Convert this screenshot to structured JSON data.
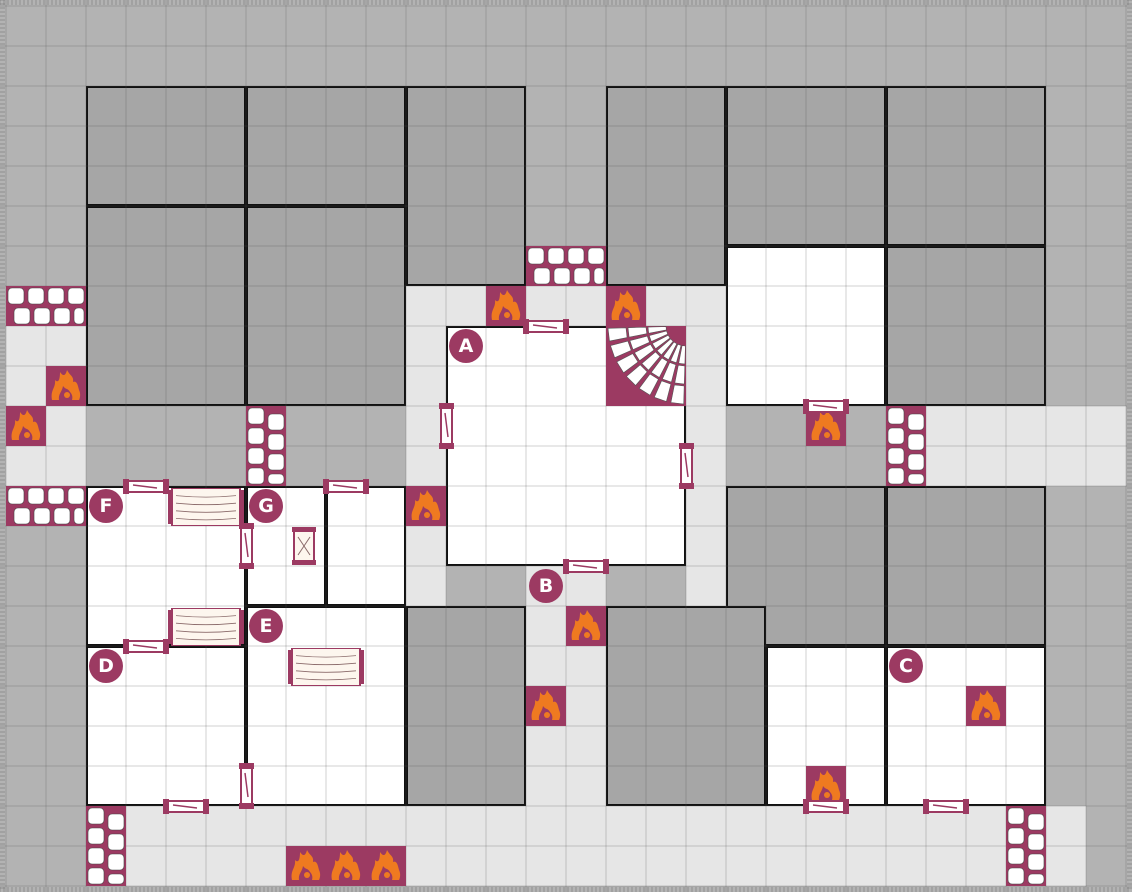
{
  "map": {
    "title": "",
    "room_labels": [
      "A",
      "B",
      "C",
      "D",
      "E",
      "F",
      "G"
    ]
  },
  "palette": {
    "outer_background": "#b3b3b3",
    "corridor": "#e6e6e6",
    "room_floor": "#ffffff",
    "solid_block": "#a6a6a6",
    "wall_line": "#111111",
    "grid_line": "#555555",
    "accent": "#9c3a62",
    "fire": "#ef7a20"
  },
  "icons": {
    "hazard": "fire-hazard-icon",
    "rubble": "stone-rubble-icon",
    "door": "door-icon",
    "furniture": "wooden-table-icon",
    "stairs": "staircase-icon"
  }
}
